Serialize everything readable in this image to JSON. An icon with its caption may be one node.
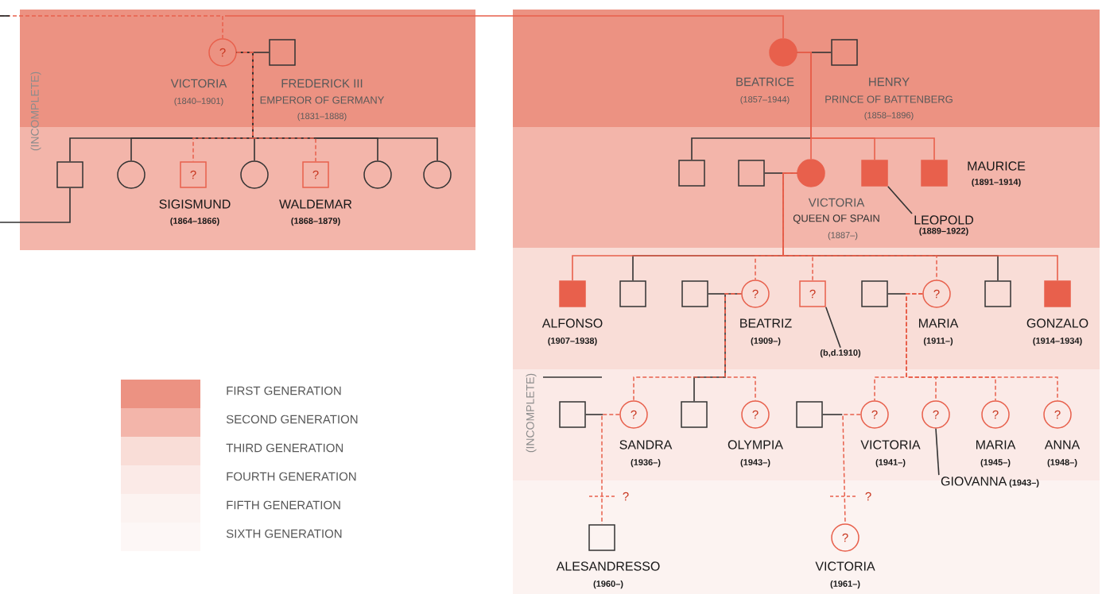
{
  "diagram": {
    "nodes": [
      {
        "text": [],
        "shape": "circle",
        "beside": [
          "VICTORIA",
          "(1840–1901)"
        ]
      },
      {
        "text": [],
        "shape": "box",
        "beside": [
          "FREDERICK III",
          "EMPEROR OF GERMANY",
          "(1831–1888)"
        ]
      },
      {
        "text": [],
        "shape": "box"
      },
      {
        "text": [],
        "shape": "circle"
      },
      {
        "text": [],
        "shape": "box",
        "beside": [
          "SIGISMUND",
          "(1864–1866)"
        ]
      },
      {
        "text": [],
        "shape": "circle"
      },
      {
        "text": [],
        "shape": "box",
        "beside": [
          "WALDEMAR",
          "(1868–1879)"
        ]
      },
      {
        "text": [],
        "shape": "circle"
      },
      {
        "text": [],
        "shape": "circle"
      },
      {
        "text": [],
        "shape": "circle",
        "beside": [
          "BEATRICE",
          "(1857–1944)"
        ]
      },
      {
        "text": [],
        "shape": "box",
        "beside": [
          "HENRY",
          "PRINCE OF BATTENBERG",
          "(1858–1896)"
        ]
      },
      {
        "text": [],
        "shape": "box"
      },
      {
        "text": [],
        "shape": "box"
      },
      {
        "text": [],
        "shape": "circle",
        "beside": [
          "VICTORIA",
          "QUEEN OF SPAIN",
          "(1887–)"
        ]
      },
      {
        "text": [],
        "shape": "box"
      },
      {
        "text": [],
        "shape": "box",
        "beside": [
          "MAURICE",
          "(1891–1914)"
        ]
      },
      {
        "text": [
          "LEOPOLD",
          "(1889–1922)"
        ]
      },
      {
        "text": [],
        "shape": "box",
        "beside": [
          "ALFONSO",
          "(1907–1938)"
        ]
      },
      {
        "text": [],
        "shape": "box"
      },
      {
        "text": [],
        "shape": "box"
      },
      {
        "text": [],
        "shape": "circle",
        "beside": [
          "BEATRIZ",
          "(1909–)"
        ]
      },
      {
        "text": [],
        "shape": "box"
      },
      {
        "text": [
          "(b,d.1910)"
        ]
      },
      {
        "text": [],
        "shape": "box"
      },
      {
        "text": [],
        "shape": "circle",
        "beside": [
          "MARIA",
          "(1911–)"
        ]
      },
      {
        "text": [],
        "shape": "box"
      },
      {
        "text": [],
        "shape": "box",
        "beside": [
          "GONZALO",
          "(1914–1934)"
        ]
      },
      {
        "text": [],
        "shape": "box"
      },
      {
        "text": [],
        "shape": "circle",
        "beside": [
          "SANDRA",
          "(1936–)"
        ]
      },
      {
        "text": [],
        "shape": "box"
      },
      {
        "text": [],
        "shape": "circle",
        "beside": [
          "OLYMPIA",
          "(1943–)"
        ]
      },
      {
        "text": [],
        "shape": "box"
      },
      {
        "text": [],
        "shape": "circle",
        "beside": [
          "VICTORIA",
          "(1941–)"
        ]
      },
      {
        "text": [],
        "shape": "circle"
      },
      {
        "text": [],
        "shape": "circle",
        "beside": [
          "MARIA",
          "(1945–)"
        ]
      },
      {
        "text": [],
        "shape": "circle",
        "beside": [
          "ANNA",
          "(1948–)"
        ]
      },
      {
        "text": [
          "GIOVANNA",
          "(1943–)"
        ]
      },
      {
        "text": [],
        "shape": "box",
        "beside": [
          "ALESANDRESSO",
          "(1960–)"
        ]
      },
      {
        "text": [],
        "shape": "circle",
        "beside": [
          "VICTORIA",
          "(1961–)"
        ]
      }
    ],
    "edges": [
      {
        "from": null,
        "to": 0,
        "arrow": "none",
        "style": "dashed",
        "color": "#e8604c"
      },
      {
        "from": null,
        "to": 9,
        "arrow": "none",
        "color": "#e8604c"
      },
      {
        "from": 1,
        "to": 0,
        "arrow": "none",
        "color": "#333333"
      },
      {
        "from": 0,
        "to": 2,
        "arrow": "none",
        "color": "#333333"
      },
      {
        "from": 0,
        "to": 3,
        "arrow": "none",
        "color": "#333333"
      },
      {
        "from": 0,
        "to": 4,
        "arrow": "none",
        "style": "dashed",
        "color": "#e8604c"
      },
      {
        "from": 0,
        "to": 5,
        "arrow": "none",
        "color": "#333333"
      },
      {
        "from": 0,
        "to": 6,
        "arrow": "none",
        "style": "dashed",
        "color": "#e8604c"
      },
      {
        "from": 0,
        "to": 7,
        "arrow": "none",
        "color": "#333333"
      },
      {
        "from": 0,
        "to": 8,
        "arrow": "none",
        "color": "#333333"
      },
      {
        "from": 2,
        "to": null,
        "arrow": "none",
        "color": "#333333"
      },
      {
        "from": 10,
        "to": 9,
        "arrow": "none",
        "color": "#333333"
      },
      {
        "from": 9,
        "to": 11,
        "arrow": "none",
        "color": "#333333"
      },
      {
        "from": 9,
        "to": 13,
        "arrow": "none",
        "color": "#e8604c"
      },
      {
        "from": 9,
        "to": 14,
        "arrow": "none",
        "color": "#e8604c"
      },
      {
        "from": 9,
        "to": 15,
        "arrow": "none",
        "color": "#e8604c"
      },
      {
        "from": 12,
        "to": 13,
        "arrow": "none",
        "color": "#333333"
      },
      {
        "from": 13,
        "to": 17,
        "arrow": "none",
        "color": "#e8604c"
      },
      {
        "from": 13,
        "to": 18,
        "arrow": "none",
        "color": "#333333"
      },
      {
        "from": 13,
        "to": 20,
        "arrow": "none",
        "style": "dashed",
        "color": "#e8604c"
      },
      {
        "from": 13,
        "to": 21,
        "arrow": "none",
        "style": "dashed",
        "color": "#e8604c"
      },
      {
        "from": 13,
        "to": 24,
        "arrow": "none",
        "style": "dashed",
        "color": "#e8604c"
      },
      {
        "from": 13,
        "to": 25,
        "arrow": "none",
        "color": "#333333"
      },
      {
        "from": 13,
        "to": 26,
        "arrow": "none",
        "color": "#e8604c"
      },
      {
        "from": 16,
        "to": 14,
        "arrow": "none",
        "color": "#333333"
      },
      {
        "from": 19,
        "to": 20,
        "arrow": "none",
        "color": "#333333"
      },
      {
        "from": 20,
        "to": 28,
        "arrow": "none",
        "style": "dashed",
        "color": "#e8604c"
      },
      {
        "from": 20,
        "to": 29,
        "arrow": "none",
        "color": "#333333"
      },
      {
        "from": 20,
        "to": 30,
        "arrow": "none",
        "style": "dashed",
        "color": "#e8604c"
      },
      {
        "from": 22,
        "to": 21,
        "arrow": "none",
        "color": "#333333"
      },
      {
        "from": 23,
        "to": 24,
        "arrow": "none",
        "color": "#333333"
      },
      {
        "from": 24,
        "to": 32,
        "arrow": "none",
        "style": "dashed",
        "color": "#e8604c"
      },
      {
        "from": 24,
        "to": 33,
        "arrow": "none",
        "style": "dashed",
        "color": "#e8604c"
      },
      {
        "from": 24,
        "to": 34,
        "arrow": "none",
        "style": "dashed",
        "color": "#e8604c"
      },
      {
        "from": 24,
        "to": 35,
        "arrow": "none",
        "style": "dashed",
        "color": "#e8604c"
      },
      {
        "from": 27,
        "to": 28,
        "arrow": "none",
        "color": "#333333"
      },
      {
        "from": 28,
        "to": 37,
        "arrow": "none",
        "style": "dashed",
        "color": "#e8604c"
      },
      {
        "from": 36,
        "to": 33,
        "arrow": "none",
        "color": "#333333"
      },
      {
        "from": 31,
        "to": 32,
        "arrow": "none",
        "color": "#333333"
      },
      {
        "from": 32,
        "to": 38,
        "arrow": "none",
        "style": "dashed",
        "color": "#e8604c"
      }
    ],
    "labels": [
      "?",
      "(INCOMPLETE)",
      "?",
      "?",
      "?",
      "?",
      "?",
      "(INCOMPLETE)",
      "?",
      "?",
      "?",
      "?",
      "?",
      "?",
      "?",
      "?",
      "?"
    ],
    "legend": [
      {
        "text": "FIRST GENERATION",
        "color": "#ec9282"
      },
      {
        "text": "SECOND GENERATION",
        "color": "#f3b5aa"
      },
      {
        "text": "THIRD GENERATION",
        "color": "#f9ddd7"
      },
      {
        "text": "FOURTH GENERATION",
        "color": "#fbeae7"
      },
      {
        "text": "FIFTH GENERATION",
        "color": "#fcf3f1"
      },
      {
        "text": "SIXTH GENERATION",
        "color": "#fdf7f6"
      }
    ]
  }
}
